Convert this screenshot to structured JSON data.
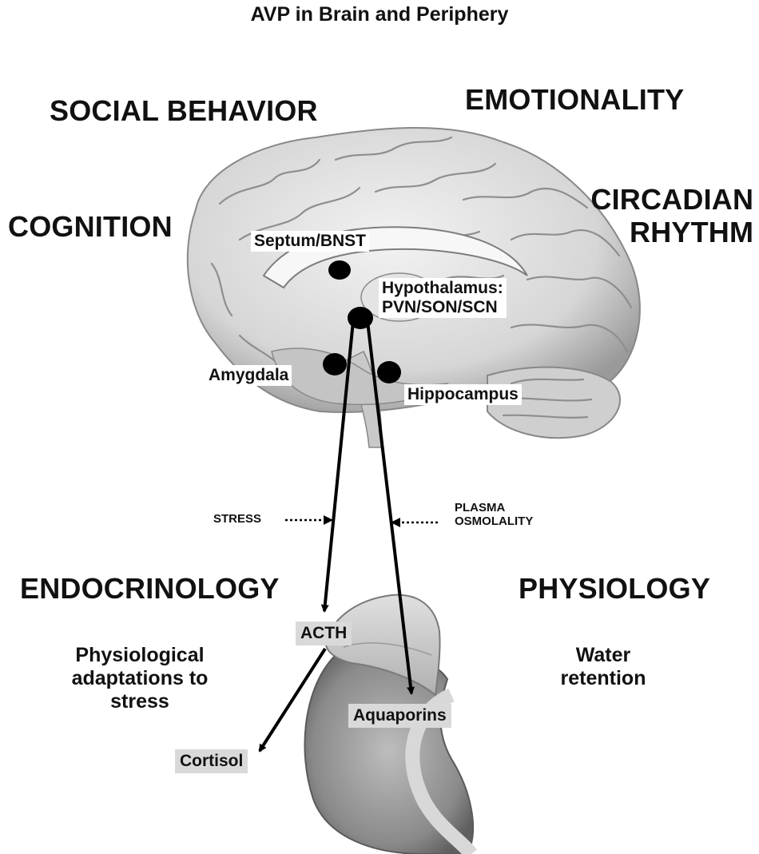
{
  "title": "AVP in Brain and Periphery",
  "domains": {
    "social_behavior": "SOCIAL BEHAVIOR",
    "emotionality": "EMOTIONALITY",
    "cognition": "COGNITION",
    "circadian_line1": "CIRCADIAN",
    "circadian_line2": "RHYTHM",
    "endocrinology": "ENDOCRINOLOGY",
    "physiology": "PHYSIOLOGY"
  },
  "regions": {
    "septum": "Septum/BNST",
    "hypothalamus_line1": "Hypothalamus:",
    "hypothalamus_line2": "PVN/SON/SCN",
    "amygdala": "Amygdala",
    "hippocampus": "Hippocampus"
  },
  "inputs": {
    "stress": "STRESS",
    "plasma_line1": "PLASMA",
    "plasma_line2": "OSMOLALITY"
  },
  "targets": {
    "acth": "ACTH",
    "cortisol": "Cortisol",
    "aquaporins": "Aquaporins"
  },
  "outcomes": {
    "endo_line1": "Physiological",
    "endo_line2": "adaptations to",
    "endo_line3": "stress",
    "phys_line1": "Water",
    "phys_line2": "retention"
  }
}
